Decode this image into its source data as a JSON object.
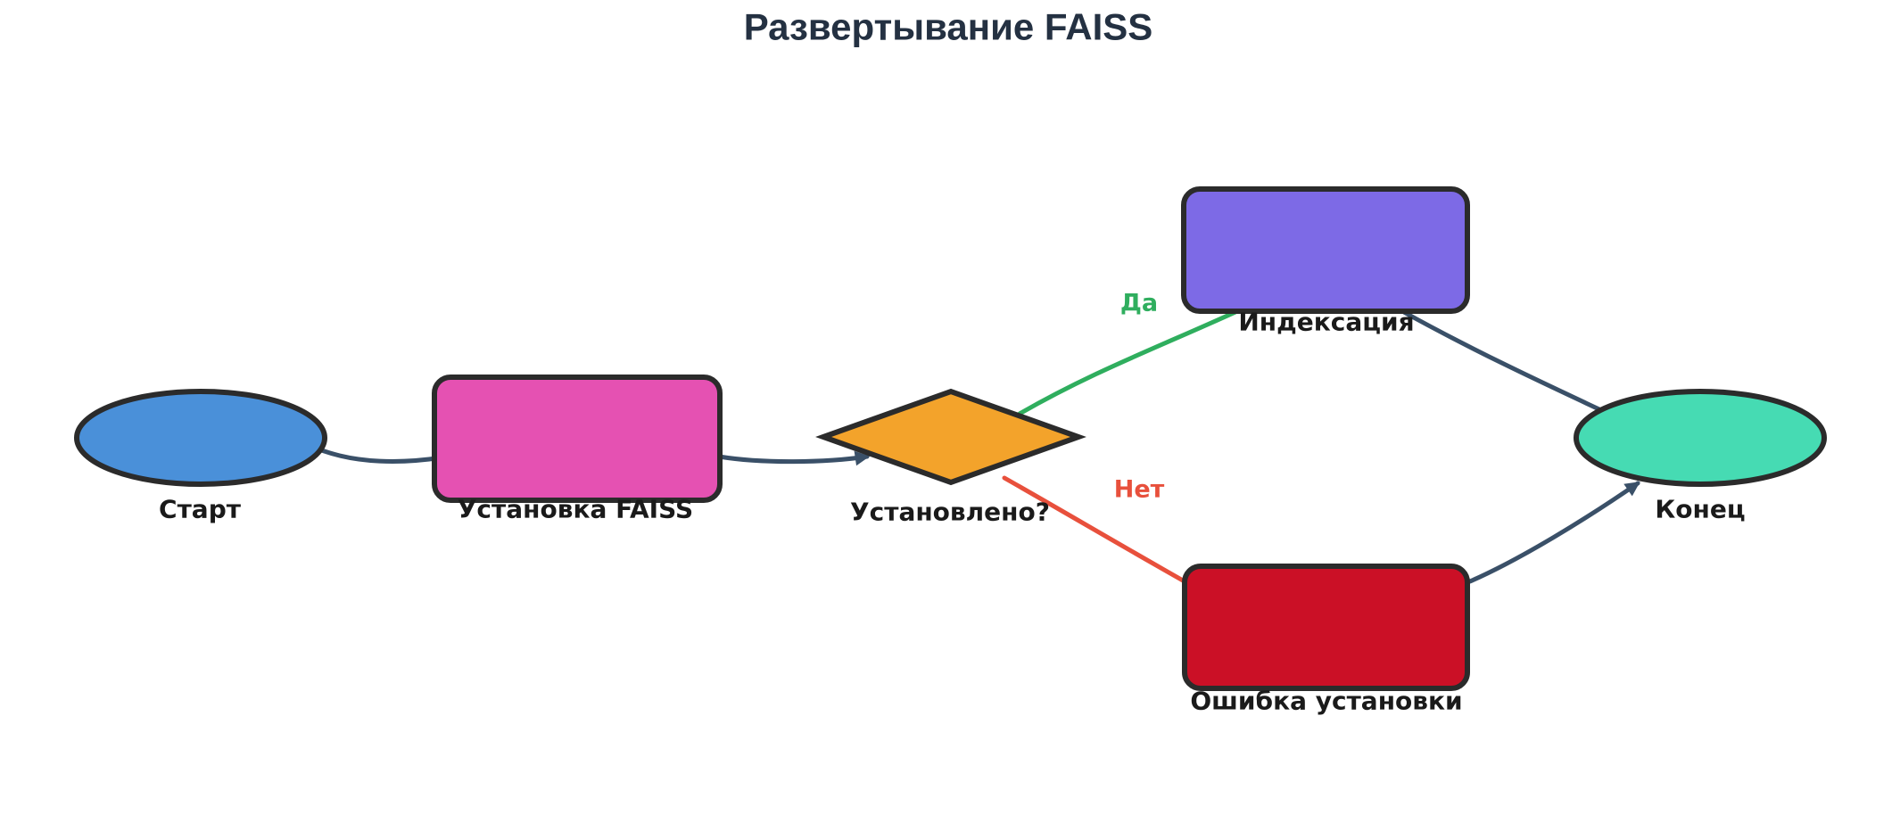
{
  "title": "Развертывание FAISS",
  "diagram": {
    "nodes": [
      {
        "id": "start",
        "label": "Старт",
        "shape": "ellipse",
        "fill": "#4a90d9"
      },
      {
        "id": "install",
        "label": "Установка FAISS",
        "shape": "rounded-rect",
        "fill": "#e551b2"
      },
      {
        "id": "check",
        "label": "Установлено?",
        "shape": "diamond",
        "fill": "#f3a32b"
      },
      {
        "id": "index",
        "label": "Индексация",
        "shape": "rounded-rect",
        "fill": "#7d6ae6"
      },
      {
        "id": "error",
        "label": "Ошибка установки",
        "shape": "rounded-rect",
        "fill": "#cb1026"
      },
      {
        "id": "end",
        "label": "Конец",
        "shape": "ellipse",
        "fill": "#46dbb3"
      }
    ],
    "edges": [
      {
        "from": "start",
        "to": "install",
        "label": "",
        "color": "#3a5068"
      },
      {
        "from": "install",
        "to": "check",
        "label": "",
        "color": "#3a5068"
      },
      {
        "from": "check",
        "to": "index",
        "label": "Да",
        "color": "#2fae5e"
      },
      {
        "from": "check",
        "to": "error",
        "label": "Нет",
        "color": "#e8503c"
      },
      {
        "from": "index",
        "to": "end",
        "label": "",
        "color": "#3a5068"
      },
      {
        "from": "error",
        "to": "end",
        "label": "",
        "color": "#3a5068"
      }
    ]
  },
  "colors": {
    "title": "#243142",
    "node_stroke": "#2b2b2b",
    "node_label": "#1a1a1a",
    "edge_dark": "#3a5068",
    "background": "#ffffff"
  }
}
